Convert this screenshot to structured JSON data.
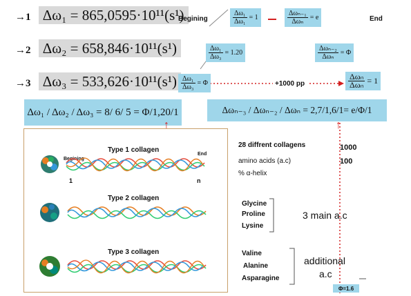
{
  "equations": [
    {
      "num": "→1",
      "expr": "Δω₁ = 865,0595·10¹¹(s¹)"
    },
    {
      "num": "→2",
      "expr": "Δω₂ = 658,846·10¹¹(s¹)"
    },
    {
      "num": "→3",
      "expr": "Δω₃ = 533,626·10¹¹(s¹)"
    }
  ],
  "labels": {
    "begining_top": "Begining",
    "end_top": "End",
    "pp": "+1000 pp",
    "begining_small": "Begining",
    "end_small": "End",
    "one": "1",
    "n": "n"
  },
  "ratios": {
    "r1": {
      "top": "Δω₁",
      "bot": "Δω₁",
      "val": "= 1"
    },
    "r_e": {
      "top": "Δωₙ₋₁",
      "bot": "Δωₙ",
      "val": "= e"
    },
    "r_120": {
      "top": "Δω₁",
      "bot": "Δω₃",
      "val": "= 1.20"
    },
    "r_phi_right": {
      "top": "Δωₙ₋₂",
      "bot": "Δωₙ",
      "val": "= Φ"
    },
    "r_phi_left": {
      "top": "Δω₁",
      "bot": "Δω₃",
      "val": "= Φ"
    },
    "r_end": {
      "top": "Δωₙ",
      "bot": "Δωₙ",
      "val": "= 1"
    }
  },
  "summary_left": "Δω₁ / Δω₂ / Δω₃ = 8/ 6/ 5 = Φ/1,20/1",
  "summary_right": "Δωₙ₋₃ / Δωₙ₋₂ / Δωₙ = 2,7/1,6/1= e/Φ/1",
  "arrow_up": "↑",
  "collagens": [
    {
      "title": "Type 1 collagen"
    },
    {
      "title": "Type 2 collagen"
    },
    {
      "title": "Type 3 collagen"
    }
  ],
  "info": {
    "line1_label": "28 diffrent collagens",
    "line1_value": "1000",
    "line2_label": "amino acids (a.c)",
    "line2_value": "100",
    "line3": "% α-helix"
  },
  "main_ac": {
    "items": [
      "Glycine",
      "Proline",
      "Lysine"
    ],
    "label": "3 main a.c"
  },
  "additional_ac": {
    "items": [
      "Valine",
      "Alanine",
      "Asparagine"
    ],
    "label_1": "additional",
    "label_2": "a.c"
  },
  "phi_box": "Φ=1.6",
  "colors": {
    "cyan": "#9fd6ea",
    "gray": "#d9d9d9",
    "red": "#d42020",
    "panel_border": "#c8a06a"
  }
}
